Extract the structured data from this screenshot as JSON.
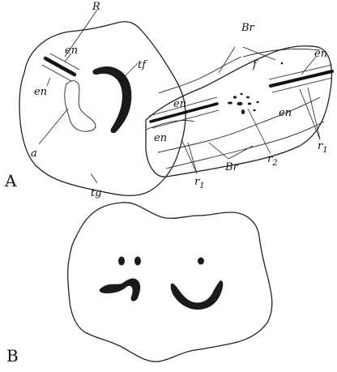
{
  "panels": [
    {
      "id": "A",
      "label": "A",
      "annotations": {
        "R": "R",
        "en": "en",
        "tf": "tf",
        "a": "a",
        "tg": "tg",
        "Br": "Br",
        "f": "f",
        "r1": "r",
        "r1_sub": "1",
        "r2": "r",
        "r2_sub": "2"
      }
    },
    {
      "id": "B",
      "label": "B"
    }
  ]
}
